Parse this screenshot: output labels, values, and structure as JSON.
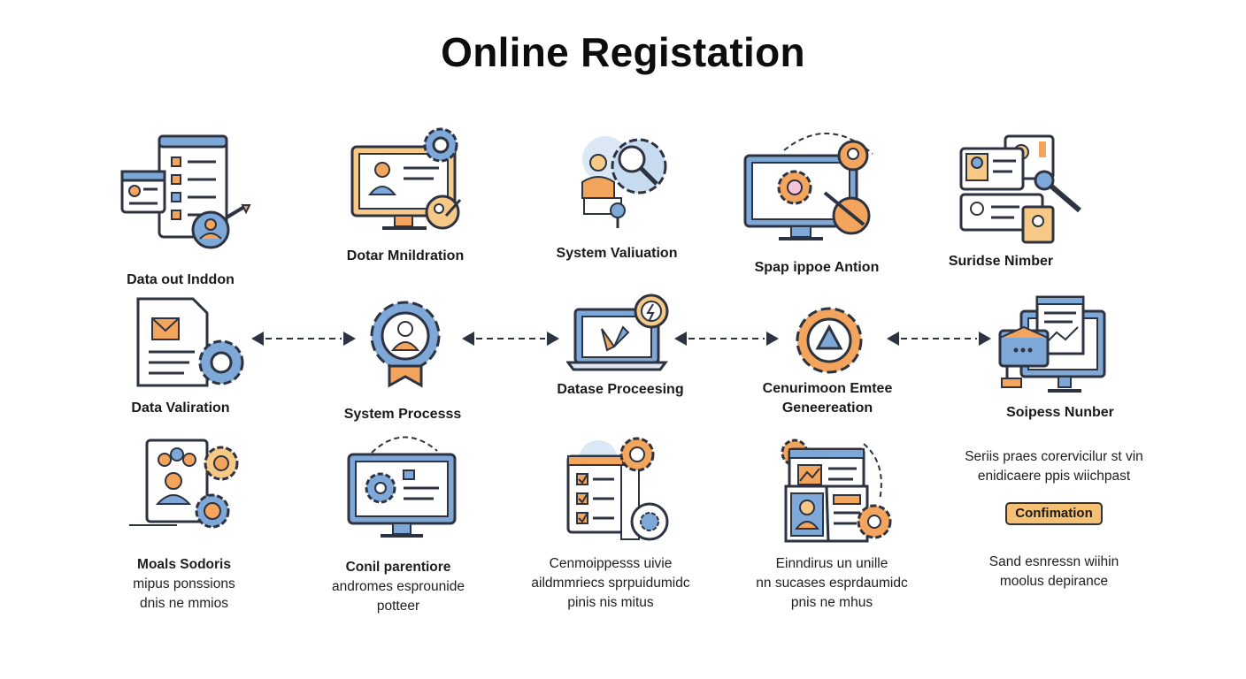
{
  "title": "Online Registation",
  "colors": {
    "blue": "#7ea8d8",
    "orange": "#f3a55e",
    "cream": "#f7c987",
    "outline": "#2d3340"
  },
  "row1": [
    {
      "label": "Data out Inddon",
      "icon": "form-checklist-icon"
    },
    {
      "label": "Dotar Mnildration",
      "icon": "monitor-profile-gear-icon"
    },
    {
      "label": "System Valiuation",
      "icon": "user-gear-search-icon"
    },
    {
      "label": "Spap ippoe Antion",
      "icon": "monitor-gear-tools-icon"
    },
    {
      "label": "Suridse Nimber",
      "icon": "id-cards-wrench-icon"
    }
  ],
  "row2": [
    {
      "label": "Data Valiration",
      "icon": "document-mail-gear-icon"
    },
    {
      "label": "System Processs",
      "icon": "gear-user-badge-icon"
    },
    {
      "label": "Datase Proceesing",
      "icon": "laptop-processing-icon"
    },
    {
      "label_line1": "Cenurimoon Emtee",
      "label_line2": "Geneereation",
      "icon": "gear-triangle-icon"
    },
    {
      "label": "Soipess Nunber",
      "icon": "monitor-documents-icon"
    }
  ],
  "row3": [
    {
      "heading": "Moals Sodoris",
      "line1": "mipus ponssions",
      "line2": "dnis ne mmios",
      "icon": "people-gears-icon"
    },
    {
      "heading": "Conil parentiore",
      "line1": "andromes esprounide",
      "line2": "potteer",
      "icon": "monitor-gear-text-icon"
    },
    {
      "heading": "Cenmoippesss uivie",
      "line1": "aildmmriecs sprpuidumidc",
      "line2": "pinis nis mitus",
      "icon": "checklist-gear-icon"
    },
    {
      "heading": "Einndirus un unille",
      "line1": "nn sucases esprdaumidc",
      "line2": "pnis ne mhus",
      "icon": "book-chart-gear-icon"
    },
    {
      "line1": "Seriis praes corervicilur st vin",
      "line2": "enidicaere ppis wiichpast",
      "badge": "Confimation",
      "line3": "Sand esnressn wiihin",
      "line4": "moolus depirance"
    }
  ]
}
